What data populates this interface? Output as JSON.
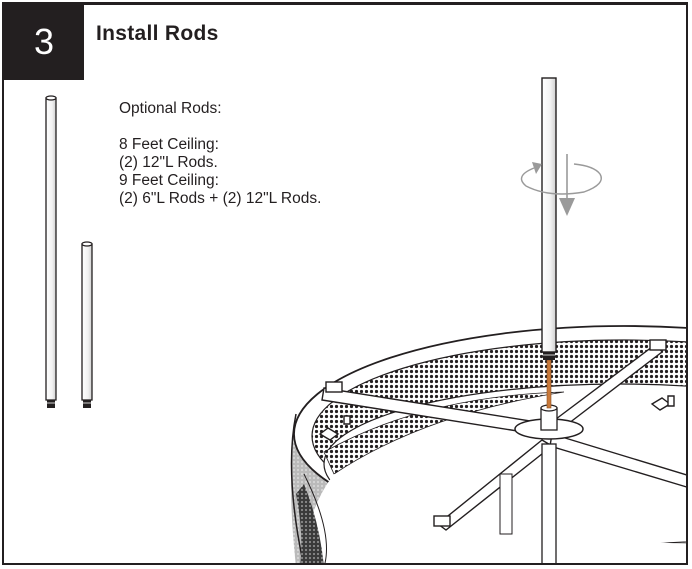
{
  "step": {
    "number": "3",
    "title": "Install Rods"
  },
  "notes": {
    "heading": "Optional Rods:",
    "line1": "8 Feet Ceiling:",
    "line2": "(2) 12\"L Rods.",
    "line3": "9 Feet Ceiling:",
    "line4": "(2) 6\"L Rods + (2) 12\"L Rods."
  },
  "colors": {
    "ink": "#231f20",
    "rod_copper": "#c8793a",
    "gray": "#9a9a9a"
  },
  "icons": [
    "rotate-arrow-icon",
    "down-arrow-icon"
  ]
}
